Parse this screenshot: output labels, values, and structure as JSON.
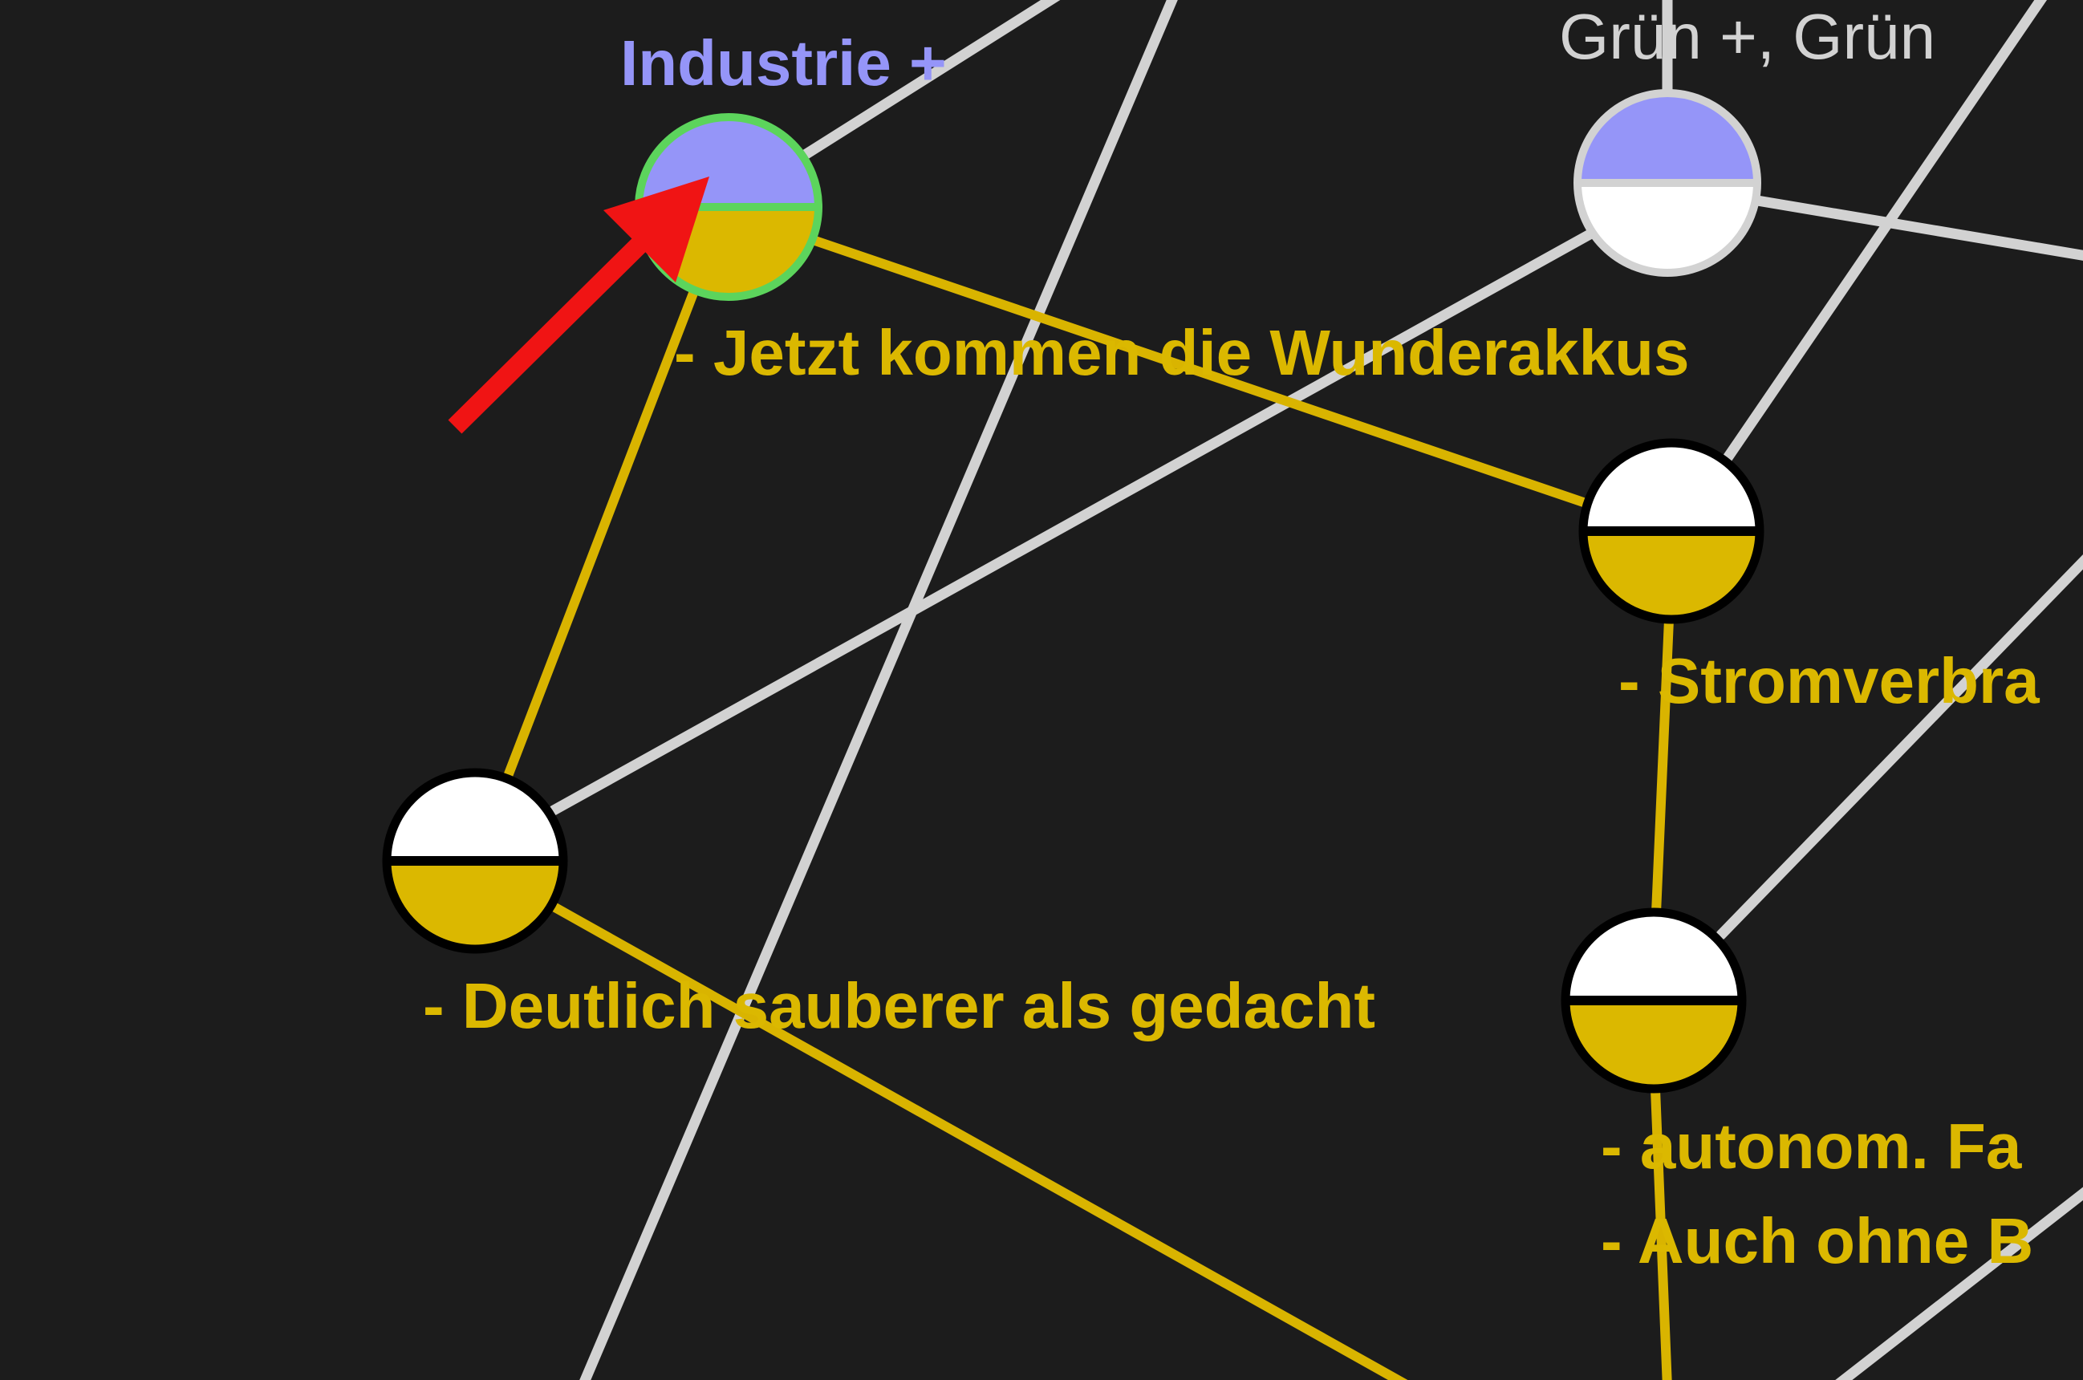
{
  "colors": {
    "background": "#1c1c1c",
    "gray_edge": "#d2d2d2",
    "gold_edge": "#d9b400",
    "gold": "#dbb800",
    "periwinkle": "#9595f8",
    "white": "#ffffff",
    "selected_ring": "#5cd45c",
    "node_border": "#000000",
    "arrow": "#f01414"
  },
  "nodes": {
    "industrie": {
      "label": "Industrie +",
      "top_color": "#9595f8",
      "bottom_color": "#dbb800",
      "selected": true
    },
    "gruen": {
      "label": "Grün +, Grün",
      "top_color": "#9595f8",
      "bottom_color": "#ffffff",
      "selected": false
    },
    "left": {
      "top_color": "#ffffff",
      "bottom_color": "#dbb800"
    },
    "right_upper": {
      "top_color": "#ffffff",
      "bottom_color": "#dbb800"
    },
    "right_lower": {
      "top_color": "#ffffff",
      "bottom_color": "#dbb800"
    }
  },
  "annotations": {
    "wunderakkus": "- Jetzt kommen die Wunderakkus",
    "stromverbrauch": "- Stromverbra",
    "sauberer": "- Deutlich sauberer als gedacht",
    "autonom": "- autonom. Fa",
    "auch_ohne": "- Auch ohne B"
  },
  "pointer": {
    "icon": "red-arrow-icon"
  }
}
